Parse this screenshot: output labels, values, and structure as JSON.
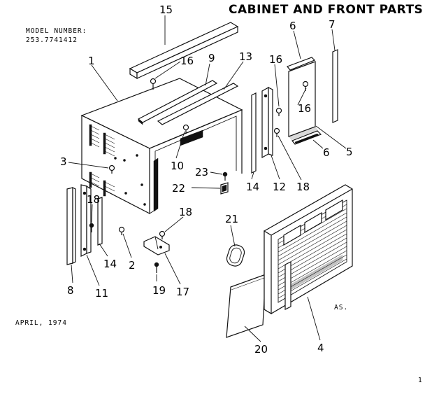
{
  "title": "CABINET AND FRONT PARTS",
  "model_label": "MODEL NUMBER:",
  "model_number": "253.7741412",
  "date": "APRIL, 1974",
  "code": "AS.",
  "corner_mark": "1",
  "callouts": [
    "15",
    "1",
    "16",
    "9",
    "13",
    "6",
    "7",
    "16",
    "16",
    "5",
    "6",
    "3",
    "10",
    "23",
    "14",
    "12",
    "18",
    "22",
    "18",
    "21",
    "14",
    "2",
    "18",
    "8",
    "11",
    "19",
    "17",
    "20",
    "4"
  ]
}
